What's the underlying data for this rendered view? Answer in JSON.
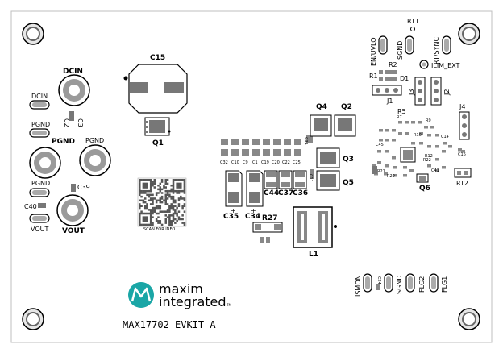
{
  "board": {
    "name": "MAX17702_EVKIT_A",
    "logo_word1": "maxim",
    "logo_word2": "integrated",
    "logo_tm": "TM",
    "qr_caption": "SCAN FOR INFO"
  },
  "labels": {
    "dcin_pad": "DCIN",
    "dcin_small": "DCIN",
    "pgnd_small_top": "PGND",
    "pgnd_big_left": "PGND",
    "pgnd_big_right": "PGND",
    "pgnd_small_bottom": "PGND",
    "vout_pad": "VOUT",
    "vout_small": "VOUT",
    "c2": "C2",
    "c3": "C3",
    "c15": "C15",
    "q1": "Q1",
    "c39": "C39",
    "c40": "C40",
    "c32": "C32",
    "c10": "C10",
    "c9": "C9",
    "c1": "C1",
    "c19": "C19",
    "c20": "C20",
    "c22": "C22",
    "c25": "C25",
    "c44": "C44",
    "c37": "C37",
    "c36": "C36",
    "c35": "C35",
    "c34": "C34",
    "r27": "R27",
    "l1": "L1",
    "q4": "Q4",
    "q2": "Q2",
    "q3": "Q3",
    "q5": "Q5",
    "q6": "Q6",
    "rt1": "RT1",
    "rt2": "RT2",
    "en_uvlo": "EN/UVLO",
    "sgnd_top": "SGND",
    "rt_sync": "RT/SYNC",
    "ilim_ext": "ILIM_EXT",
    "r1": "R1",
    "r2": "R2",
    "d1": "D1",
    "j1": "J1",
    "j2": "J2",
    "j3": "J3",
    "j4": "J4",
    "r5": "R5",
    "ismon": "ISMON",
    "sgnd_bottom": "SGND",
    "flg2": "FLG2",
    "flg1": "FLG1",
    "c24": "C24",
    "c14": "C14",
    "c16": "C16",
    "c41": "C41",
    "r10": "R10",
    "r7": "R7",
    "r9": "R9",
    "r12": "R12",
    "r20": "R20",
    "r21": "R21",
    "r22": "R22",
    "c45": "C45",
    "c11": "C11",
    "c31": "C31"
  },
  "colors": {
    "silkscreen": "#000000",
    "pad_fill": "#8a8a8a",
    "pad_light": "#d9d9d9",
    "board_edge": "#bfbfbf",
    "logo_teal": "#1aa6a6"
  }
}
